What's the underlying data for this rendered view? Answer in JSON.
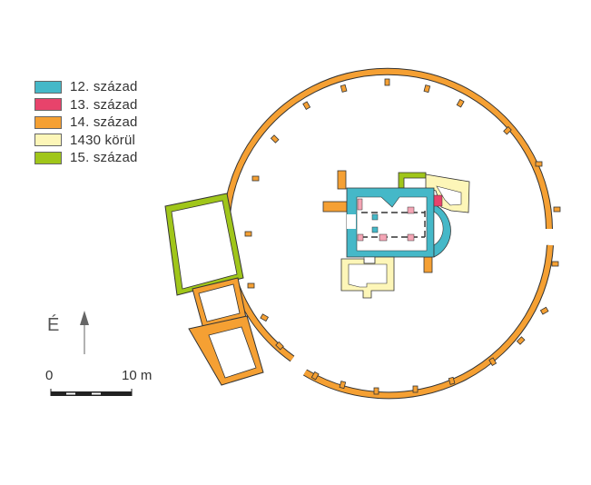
{
  "legend": {
    "items": [
      {
        "label": "12. század",
        "color": "#45b8c8"
      },
      {
        "label": "13. század",
        "color": "#e8436b"
      },
      {
        "label": "14. század",
        "color": "#f5a033"
      },
      {
        "label": "1430 körül",
        "color": "#fdf6b8"
      },
      {
        "label": "15. század",
        "color": "#a0c61a"
      }
    ]
  },
  "north_arrow": {
    "label": "É"
  },
  "scale_bar": {
    "start_label": "0",
    "end_label": "10 m"
  },
  "colors": {
    "c12": "#45b8c8",
    "c13": "#e8436b",
    "c14": "#f5a033",
    "c1430": "#fdf6b8",
    "c15": "#a0c61a",
    "outline": "#333333"
  }
}
